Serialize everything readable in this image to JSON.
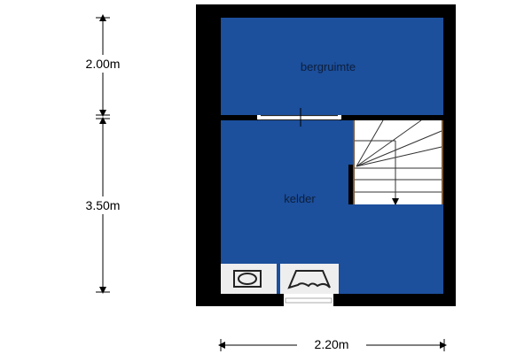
{
  "rooms": {
    "top": "bergruimte",
    "bottom": "kelder"
  },
  "dimensions": {
    "top_height": "2.00m",
    "bottom_height": "3.50m",
    "width": "2.20m"
  },
  "colors": {
    "floor": "#1c4f9c",
    "wall": "#000000",
    "stair_rail": "#7a5a3a"
  }
}
